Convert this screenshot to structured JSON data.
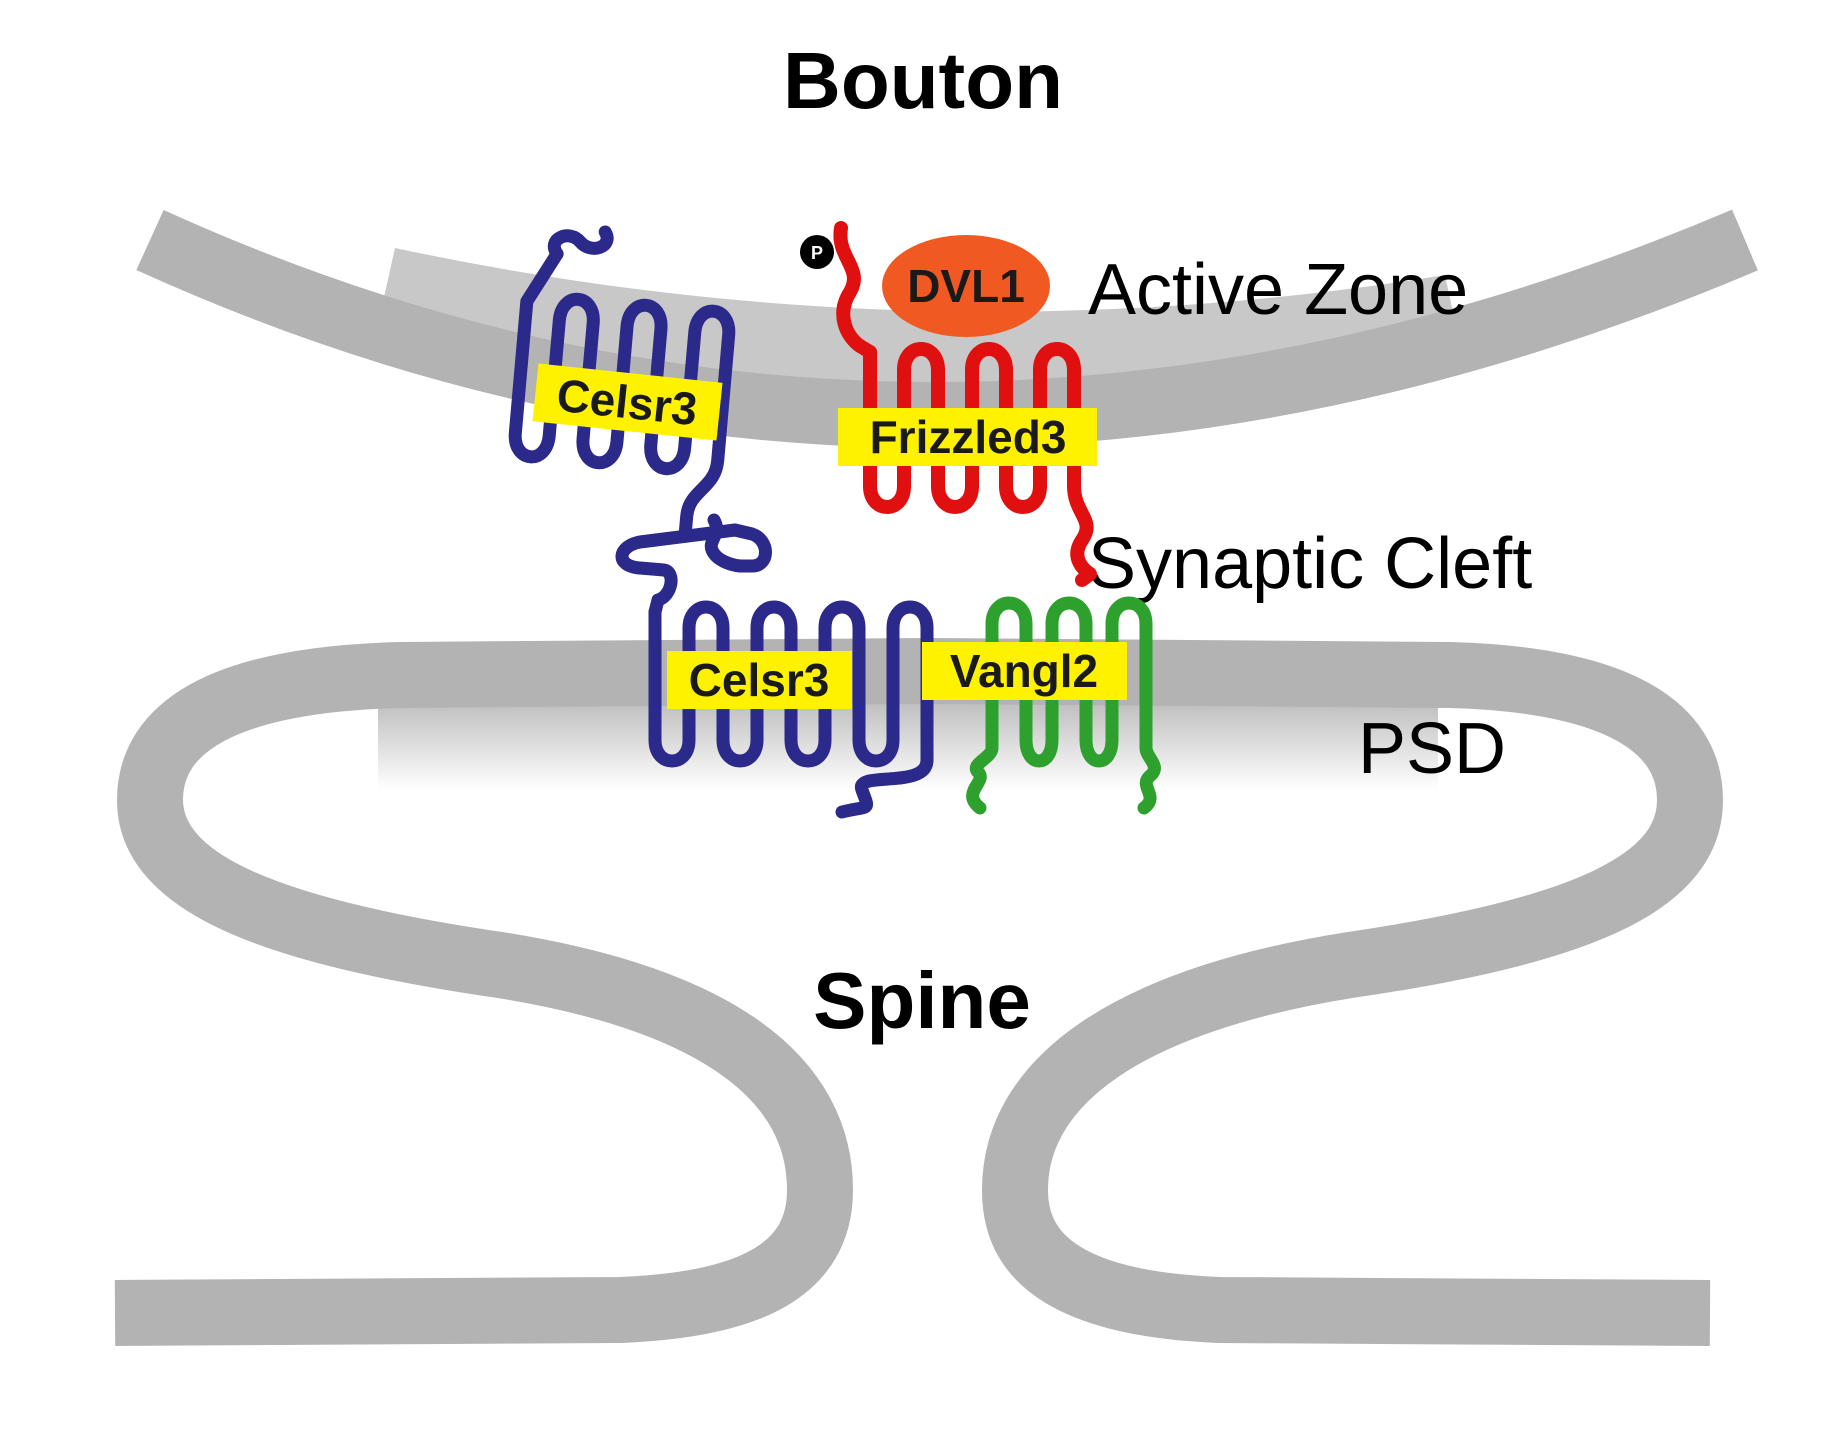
{
  "titles": {
    "top": "Bouton",
    "bottom": "Spine"
  },
  "regions": {
    "active_zone": "Active Zone",
    "synaptic_cleft": "Synaptic Cleft",
    "psd": "PSD"
  },
  "proteins": {
    "celsr3_pre": "Celsr3",
    "frizzled3": "Frizzled3",
    "dvl1": "DVL1",
    "celsr3_post": "Celsr3",
    "vangl2": "Vangl2"
  },
  "phospho_label": "P",
  "colors": {
    "membrane": "#b3b3b3",
    "zone_band": "#c8c8c8",
    "celsr3": "#2b2a8a",
    "frizzled3": "#e01010",
    "vangl2": "#2ea02e",
    "dvl1": "#f05a22",
    "label_bg": "#fff200"
  }
}
